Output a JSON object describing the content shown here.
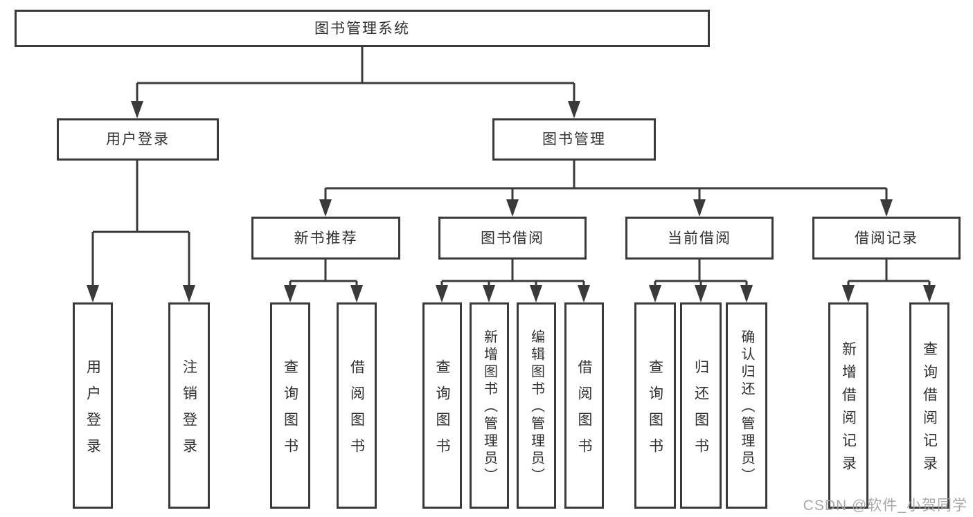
{
  "tree": {
    "label": "图书管理系统",
    "children": [
      {
        "label": "用户登录",
        "children": [
          {
            "label": "用户登录"
          },
          {
            "label": "注销登录"
          }
        ]
      },
      {
        "label": "图书管理",
        "children": [
          {
            "label": "新书推荐",
            "children": [
              {
                "label": "查询图书"
              },
              {
                "label": "借阅图书"
              }
            ]
          },
          {
            "label": "图书借阅",
            "children": [
              {
                "label": "查询图书"
              },
              {
                "label": "新增图书（管理员）"
              },
              {
                "label": "编辑图书（管理员）"
              },
              {
                "label": "借阅图书"
              }
            ]
          },
          {
            "label": "当前借阅",
            "children": [
              {
                "label": "查询图书"
              },
              {
                "label": "归还图书"
              },
              {
                "label": "确认归还（管理员）"
              }
            ]
          },
          {
            "label": "借阅记录",
            "children": [
              {
                "label": "新增借阅记录"
              },
              {
                "label": "查询借阅记录"
              }
            ]
          }
        ]
      }
    ]
  },
  "watermark": {
    "text": "CSDN @软件_小贺同学"
  },
  "colors": {
    "line": "#3a3a3a",
    "border": "#3a3a3a",
    "text": "#303030",
    "watermark": "#9e9e9e",
    "background": "#ffffff"
  }
}
